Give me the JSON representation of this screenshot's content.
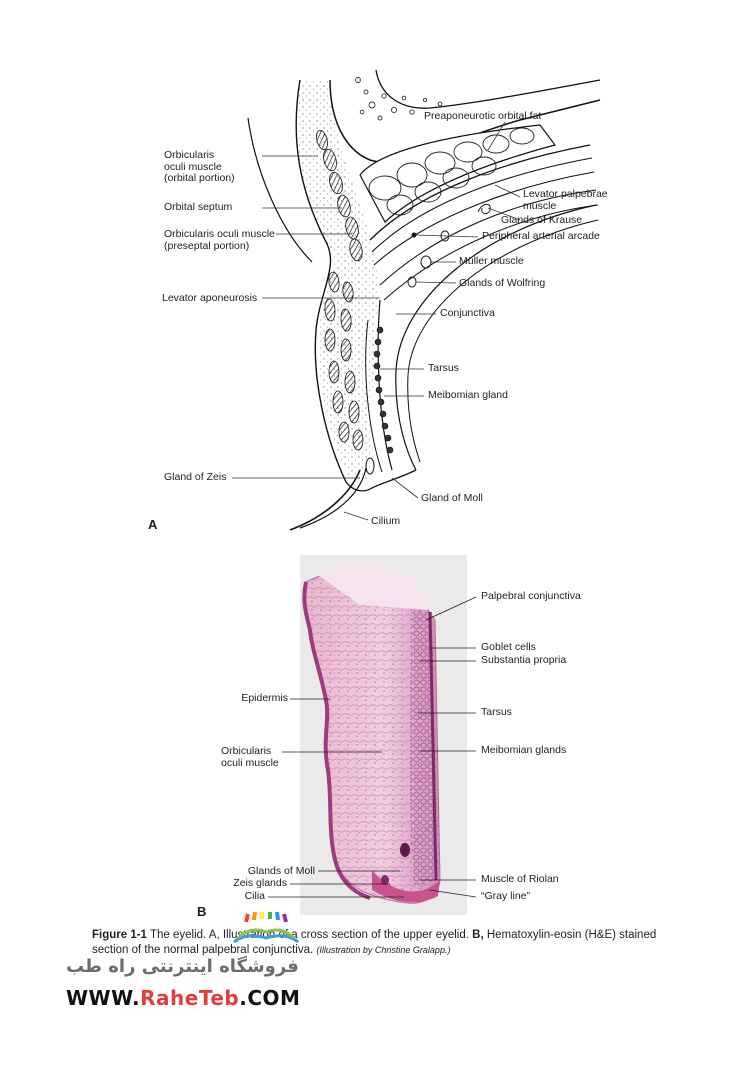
{
  "panel_a": {
    "letter": "A",
    "left_labels": [
      {
        "id": "orb-orbital",
        "lines": [
          "Orbicularis",
          "oculi muscle",
          "(orbital portion)"
        ]
      },
      {
        "id": "orbital-septum",
        "lines": [
          "Orbital septum"
        ]
      },
      {
        "id": "orb-preseptal",
        "lines": [
          "Orbicularis oculi muscle",
          "(preseptal portion)"
        ]
      },
      {
        "id": "levator-aponeurosis",
        "lines": [
          "Levator aponeurosis"
        ]
      },
      {
        "id": "gland-zeis",
        "lines": [
          "Gland of Zeis"
        ]
      }
    ],
    "right_labels": [
      {
        "id": "preaponeurotic-fat",
        "lines": [
          "Preaponeurotic orbital fat"
        ]
      },
      {
        "id": "levator-muscle",
        "lines": [
          "Levator palpebrae",
          "muscle"
        ]
      },
      {
        "id": "glands-krause",
        "lines": [
          "Glands of Krause"
        ]
      },
      {
        "id": "peripheral-arcade",
        "lines": [
          "Peripheral arterial arcade"
        ]
      },
      {
        "id": "muller",
        "lines": [
          "Müller muscle"
        ]
      },
      {
        "id": "glands-wolfring",
        "lines": [
          "Glands of Wolfring"
        ]
      },
      {
        "id": "conjunctiva",
        "lines": [
          "Conjunctiva"
        ]
      },
      {
        "id": "tarsus",
        "lines": [
          "Tarsus"
        ]
      },
      {
        "id": "meibomian",
        "lines": [
          "Meibomian gland"
        ]
      },
      {
        "id": "gland-moll",
        "lines": [
          "Gland of Moll"
        ]
      },
      {
        "id": "cilium",
        "lines": [
          "Cilium"
        ]
      }
    ]
  },
  "panel_b": {
    "letter": "B",
    "left_labels": [
      {
        "id": "epidermis",
        "lines": [
          "Epidermis"
        ]
      },
      {
        "id": "orbicularis",
        "lines": [
          "Orbicularis",
          "oculi muscle"
        ]
      },
      {
        "id": "glands-moll",
        "lines": [
          "Glands of Moll"
        ]
      },
      {
        "id": "zeis-glands",
        "lines": [
          "Zeis glands"
        ]
      },
      {
        "id": "cilia",
        "lines": [
          "Cilia"
        ]
      }
    ],
    "right_labels": [
      {
        "id": "palpebral-conj",
        "lines": [
          "Palpebral conjunctiva"
        ]
      },
      {
        "id": "goblet",
        "lines": [
          "Goblet cells"
        ]
      },
      {
        "id": "substantia",
        "lines": [
          "Substantia propria"
        ]
      },
      {
        "id": "tarsus",
        "lines": [
          "Tarsus"
        ]
      },
      {
        "id": "meibomian-glands",
        "lines": [
          "Meibomian glands"
        ]
      },
      {
        "id": "riolan",
        "lines": [
          "Muscle of Riolan"
        ]
      },
      {
        "id": "gray-line",
        "lines": [
          "“Gray line”"
        ]
      }
    ]
  },
  "caption": {
    "fig_label": "Figure 1-1",
    "text_a": "The eyelid. A, Illustration of a cross section of the upper eyelid.",
    "b_label": "B,",
    "text_b": "Hematoxylin-eosin (H&E) stained section of the normal palpebral conjunctiva.",
    "credit": "(Illustration by Christine Gralapp.)"
  },
  "watermark": {
    "persian": "فروشگاه اینترنتی راه طب",
    "url_prefix": "WWW.",
    "url_accent": "RaheTeb",
    "url_suffix": ".COM"
  }
}
